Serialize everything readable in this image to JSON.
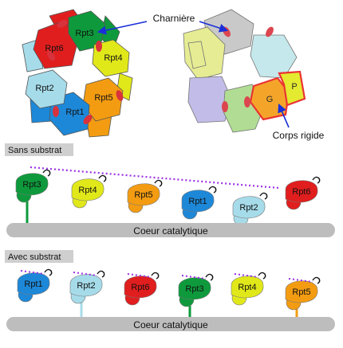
{
  "colors": {
    "rpt1": "#1e88d8",
    "rpt2": "#a6dcea",
    "rpt3": "#0e9a3c",
    "rpt4": "#e1e81a",
    "rpt5": "#f39c12",
    "rpt6": "#e11e1e",
    "hinge": "#d8323c",
    "arrow": "#1a2fd8",
    "dots": "#9b30e8",
    "core": "#bdbdbd",
    "highlight": "#e81e1e"
  },
  "labels": {
    "hinge": "Charnière",
    "rigid_body": "Corps rigide",
    "g": "G",
    "p": "P",
    "no_substrate": "Sans substrat",
    "with_substrate": "Avec substrat",
    "core": "Coeur catalytique"
  },
  "subunits": {
    "rpt1": "Rpt1",
    "rpt2": "Rpt2",
    "rpt3": "Rpt3",
    "rpt4": "Rpt4",
    "rpt5": "Rpt5",
    "rpt6": "Rpt6"
  },
  "rows": {
    "no_substrate": [
      "rpt3",
      "rpt4",
      "rpt5",
      "rpt1",
      "rpt2",
      "rpt6"
    ],
    "with_substrate": [
      "rpt1",
      "rpt2",
      "rpt6",
      "rpt3",
      "rpt4",
      "rpt5"
    ]
  }
}
